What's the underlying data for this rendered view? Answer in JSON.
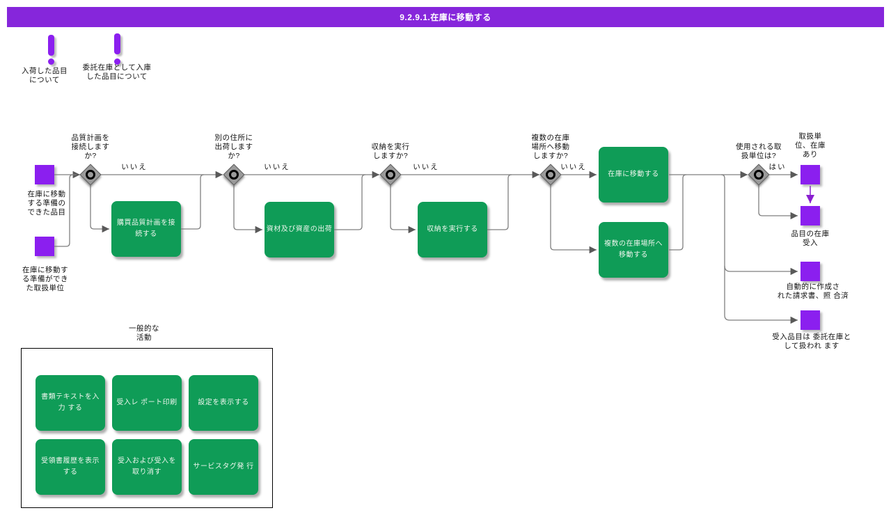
{
  "title_bar": {
    "title": "9.2.9.1.在庫に移動する"
  },
  "colors": {
    "header_purple": "#8626DB",
    "event_purple": "#8B1FEF",
    "task_green": "#0F9C57",
    "connector_gray": "#7F7F7F",
    "gateway_gray": "#9B9B9B"
  },
  "notes": [
    {
      "label": "入荷した品目\nについて"
    },
    {
      "label": "委託在庫として入庫\nした品目について"
    }
  ],
  "flow": {
    "start_events": [
      {
        "label": "在庫に移動\nする準備の\nできた品目"
      },
      {
        "label": "在庫に移動す\nる準備ができ\nた取扱単位"
      }
    ],
    "gateways": [
      {
        "question": "品質計画を\n接続します\nか?",
        "branch_label": "いいえ"
      },
      {
        "question": "別の住所に\n出荷します\nか?",
        "branch_label": "いいえ"
      },
      {
        "question": "収納を実行\nしますか?",
        "branch_label": "いいえ"
      },
      {
        "question": "複数の在庫\n場所へ移動\nしますか?",
        "branch_label": "いいえ"
      },
      {
        "question": "使用される取\n扱単位は?",
        "branch_label": "はい"
      }
    ],
    "tasks": [
      {
        "label": "購買品質計画を接\n続する"
      },
      {
        "label": "資材及び資産の出荷"
      },
      {
        "label": "収納を実行する"
      },
      {
        "label": "在庫に移動する"
      },
      {
        "label": "複数の在庫場所へ\n移動する"
      }
    ],
    "end_events": [
      {
        "label": "取扱単\n位、在庫\nあり"
      },
      {
        "label": "品目の在庫\n受入"
      },
      {
        "label": "自動的に作成さ\nれた請求書、照 合済"
      },
      {
        "label": "受入品目は 委託在庫と\nして扱われ ます"
      }
    ]
  },
  "common_activities": {
    "title": "一般的な\n活動",
    "buttons": [
      {
        "label": "書類テキストを入\n力 する"
      },
      {
        "label": "受入レ ポート印刷"
      },
      {
        "label": "設定を表示する"
      },
      {
        "label": "受領書履歴を表示\nする"
      },
      {
        "label": "受入および受入を\n取り消す"
      },
      {
        "label": "サービスタグ発 行"
      }
    ]
  }
}
